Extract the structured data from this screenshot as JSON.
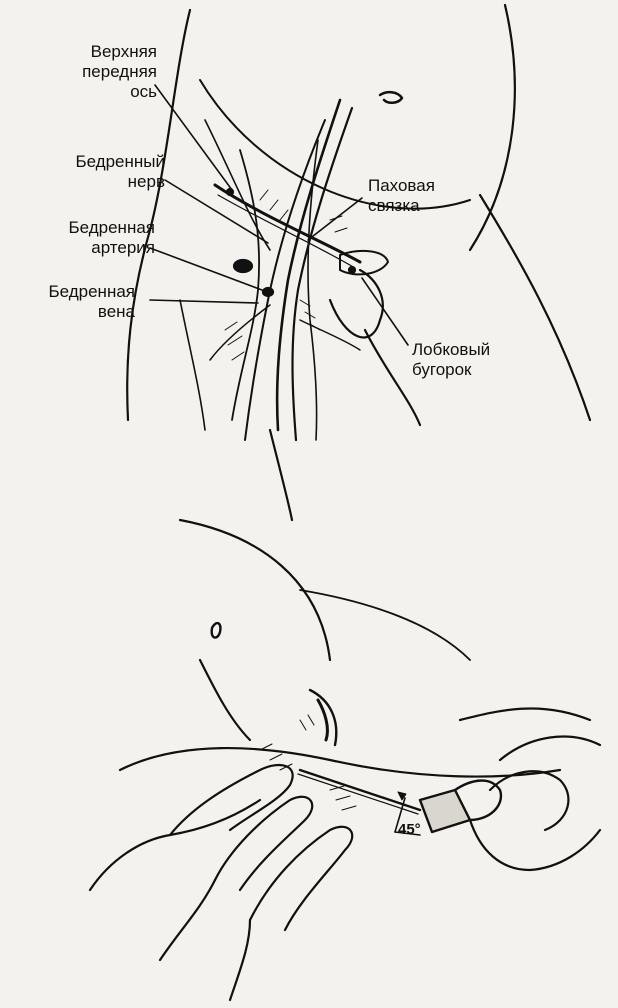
{
  "figure_top": {
    "labels": {
      "anterior_superior_spine": [
        "Верхняя",
        "передняя",
        "ось"
      ],
      "femoral_nerve": [
        "Бедренный",
        "нерв"
      ],
      "femoral_artery": [
        "Бедренная",
        "артерия"
      ],
      "femoral_vein": [
        "Бедренная",
        "вена"
      ],
      "inguinal_ligament": [
        "Паховая",
        "связка"
      ],
      "pubic_tubercle": [
        "Лобковый",
        "бугорок"
      ]
    }
  },
  "figure_bottom": {
    "angle_label": "45°"
  },
  "colors": {
    "ink": "#111111",
    "paper": "#f4f2ee",
    "shade": "#d9d6d0"
  }
}
